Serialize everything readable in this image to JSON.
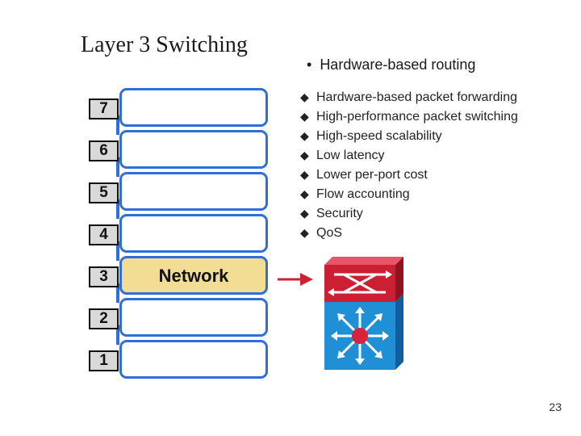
{
  "slide": {
    "title": "Layer 3 Switching",
    "subtitle": "Hardware-based routing",
    "page_number": "23"
  },
  "osi_layers": [
    {
      "number": "7",
      "label": ""
    },
    {
      "number": "6",
      "label": ""
    },
    {
      "number": "5",
      "label": ""
    },
    {
      "number": "4",
      "label": ""
    },
    {
      "number": "3",
      "label": "Network",
      "highlighted": true
    },
    {
      "number": "2",
      "label": ""
    },
    {
      "number": "1",
      "label": ""
    }
  ],
  "features": [
    "Hardware-based packet forwarding",
    "High-performance packet switching",
    "High-speed scalability",
    "Low latency",
    "Lower per-port cost",
    "Flow accounting",
    "Security",
    "QoS"
  ],
  "colors": {
    "layer_border": "#2f6fd6",
    "highlight": "#f3dc93",
    "arrow": "#cc2233",
    "router_top": "#cc1f33",
    "switch_body": "#1f8fd6"
  },
  "icons": {
    "arrow": "right-arrow-icon",
    "device": "layer3-switch-icon"
  }
}
